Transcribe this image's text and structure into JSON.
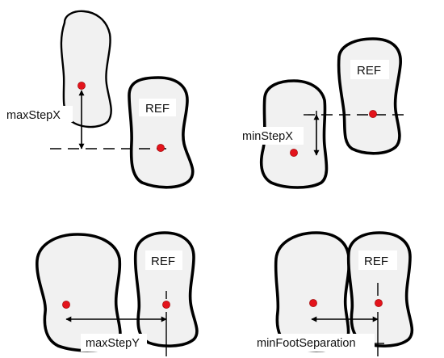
{
  "panels": {
    "max_step_x": {
      "label": "maxStepX",
      "ref": "REF"
    },
    "min_step_x": {
      "label": "minStepX",
      "ref": "REF"
    },
    "max_step_y": {
      "label": "maxStepY",
      "ref": "REF"
    },
    "min_foot_separation": {
      "label": "minFootSeparation",
      "ref": "REF"
    }
  },
  "colors": {
    "foot_fill": "#f1f1f1",
    "outline": "#000000",
    "dot": "#e3141c"
  }
}
